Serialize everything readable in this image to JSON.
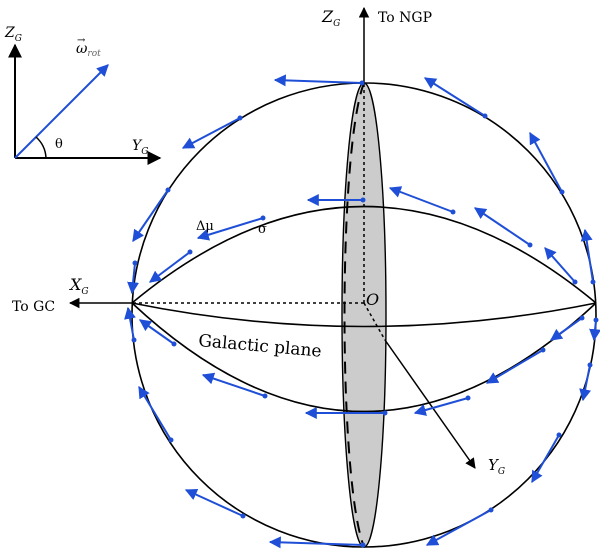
{
  "labels": {
    "to_ngp": "To NGP",
    "to_gc": "To GC",
    "galactic_plane": "Galactic plane",
    "origin": "O",
    "delta_mu": "Δμ",
    "sigma": "σ",
    "theta": "θ",
    "zg_axis": "Z",
    "xg_axis": "X",
    "yg_axis": "Y",
    "axis_subscript": "G",
    "omega": "ω",
    "omega_sub": "rot",
    "inset_z": "Z",
    "inset_y": "Y"
  },
  "colors": {
    "arrows": "#1f4fd6",
    "lines": "#000000",
    "ellipse_fill": "#cccccc"
  },
  "icons": {
    "arrowhead": "triangle-arrowhead",
    "point_marker": "dot"
  }
}
